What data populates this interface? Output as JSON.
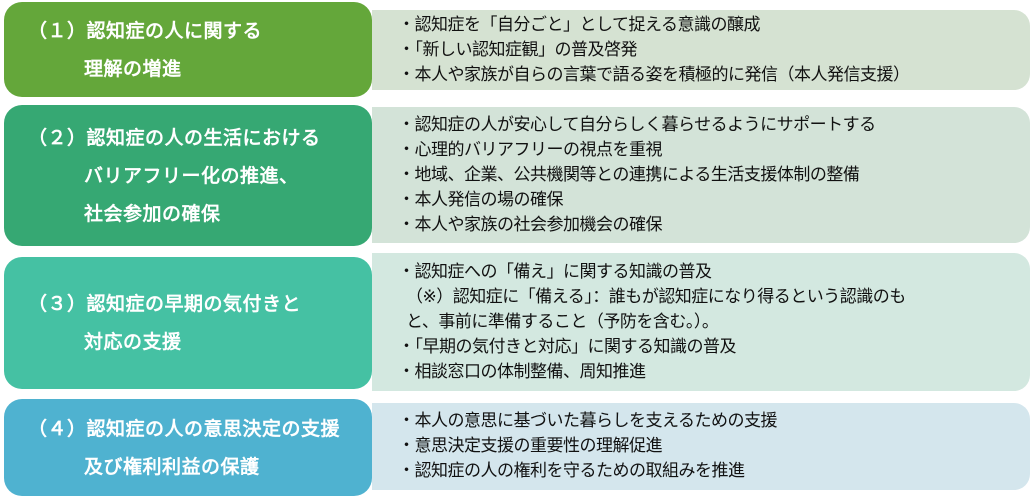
{
  "colors": {
    "row1_label": "#64a73a",
    "row1_panel": "#d5e2d2",
    "row2_label": "#36a873",
    "row2_panel": "#d3e3d8",
    "row3_label": "#45c1a3",
    "row3_panel": "#d3e8e0",
    "row4_label": "#4fb2d0",
    "row4_panel": "#d4e6ed"
  },
  "rows": [
    {
      "label": {
        "number": "（１）",
        "lines": [
          "認知症の人に関する",
          "理解の増進"
        ]
      },
      "items": [
        "・認知症を「自分ごと」として捉える意識の醸成",
        "・「新しい認知症観」の普及啓発",
        "・本人や家族が自らの言葉で語る姿を積極的に発信（本人発信支援）"
      ]
    },
    {
      "label": {
        "number": "（２）",
        "lines": [
          "認知症の人の生活における",
          "バリアフリー化の推進、",
          "社会参加の確保"
        ]
      },
      "items": [
        "・認知症の人が安心して自分らしく暮らせるようにサポートする",
        "・心理的バリアフリーの視点を重視",
        "・地域、企業、公共機関等との連携による生活支援体制の整備",
        "・本人発信の場の確保",
        "・本人や家族の社会参加機会の確保"
      ]
    },
    {
      "label": {
        "number": "（３）",
        "lines": [
          "認知症の早期の気付きと",
          "対応の支援"
        ]
      },
      "items": [
        "・認知症への「備え」に関する知識の普及",
        "（※）認知症に「備える」：誰もが認知症になり得るという認識のも",
        "と、事前に準備すること（予防を含む。）。",
        "・「早期の気付きと対応」に関する知識の普及",
        "・相談窓口の体制整備、周知推進"
      ]
    },
    {
      "label": {
        "number": "（４）",
        "lines": [
          "認知症の人の意思決定の支援",
          "及び権利利益の保護"
        ]
      },
      "items": [
        "・本人の意思に基づいた暮らしを支えるための支援",
        "・意思決定支援の重要性の理解促進",
        "・認知症の人の権利を守るための取組みを推進"
      ]
    }
  ]
}
